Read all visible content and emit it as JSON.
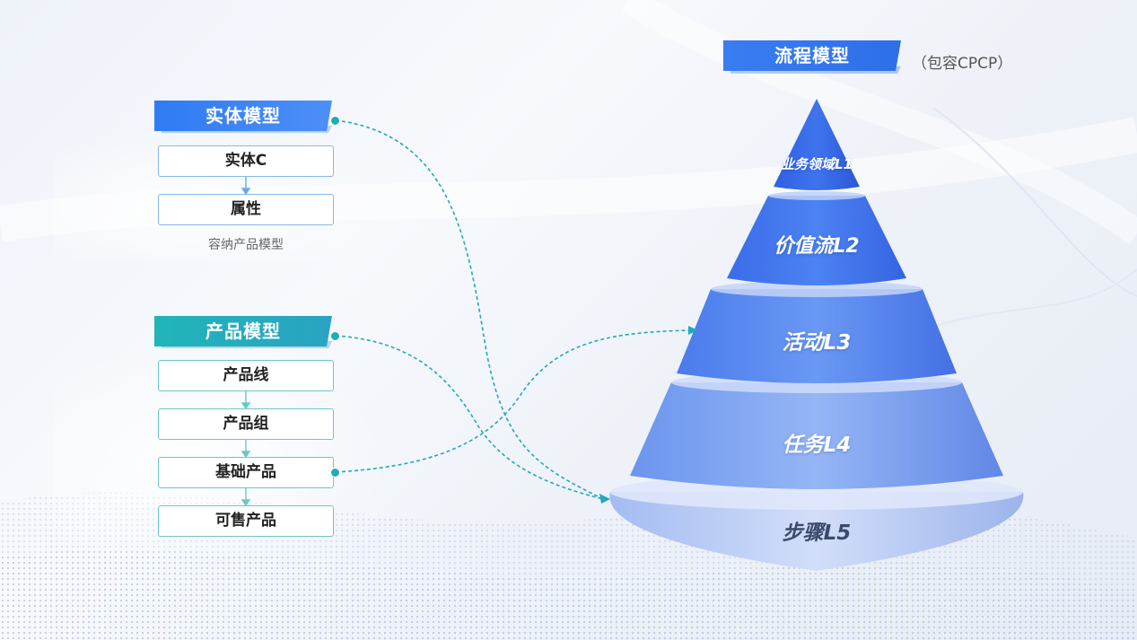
{
  "entity_model": {
    "title": "实体模型",
    "items": [
      "实体C",
      "属性"
    ],
    "caption": "容纳产品模型"
  },
  "product_model": {
    "title": "产品模型",
    "items": [
      "产品线",
      "产品组",
      "基础产品",
      "可售产品"
    ]
  },
  "process_model": {
    "title": "流程模型",
    "note": "（包容CPCP）",
    "layers": [
      "业务领域L1",
      "价值流L2",
      "活动L3",
      "任务L4",
      "步骤L5"
    ]
  },
  "colors": {
    "blue_header": "#2f7bf3",
    "teal_header": "#20b5b7",
    "connector": "#21aab9",
    "pyramid_top": "#2f63e6",
    "pyramid_bottom": "#dfe7fb"
  }
}
